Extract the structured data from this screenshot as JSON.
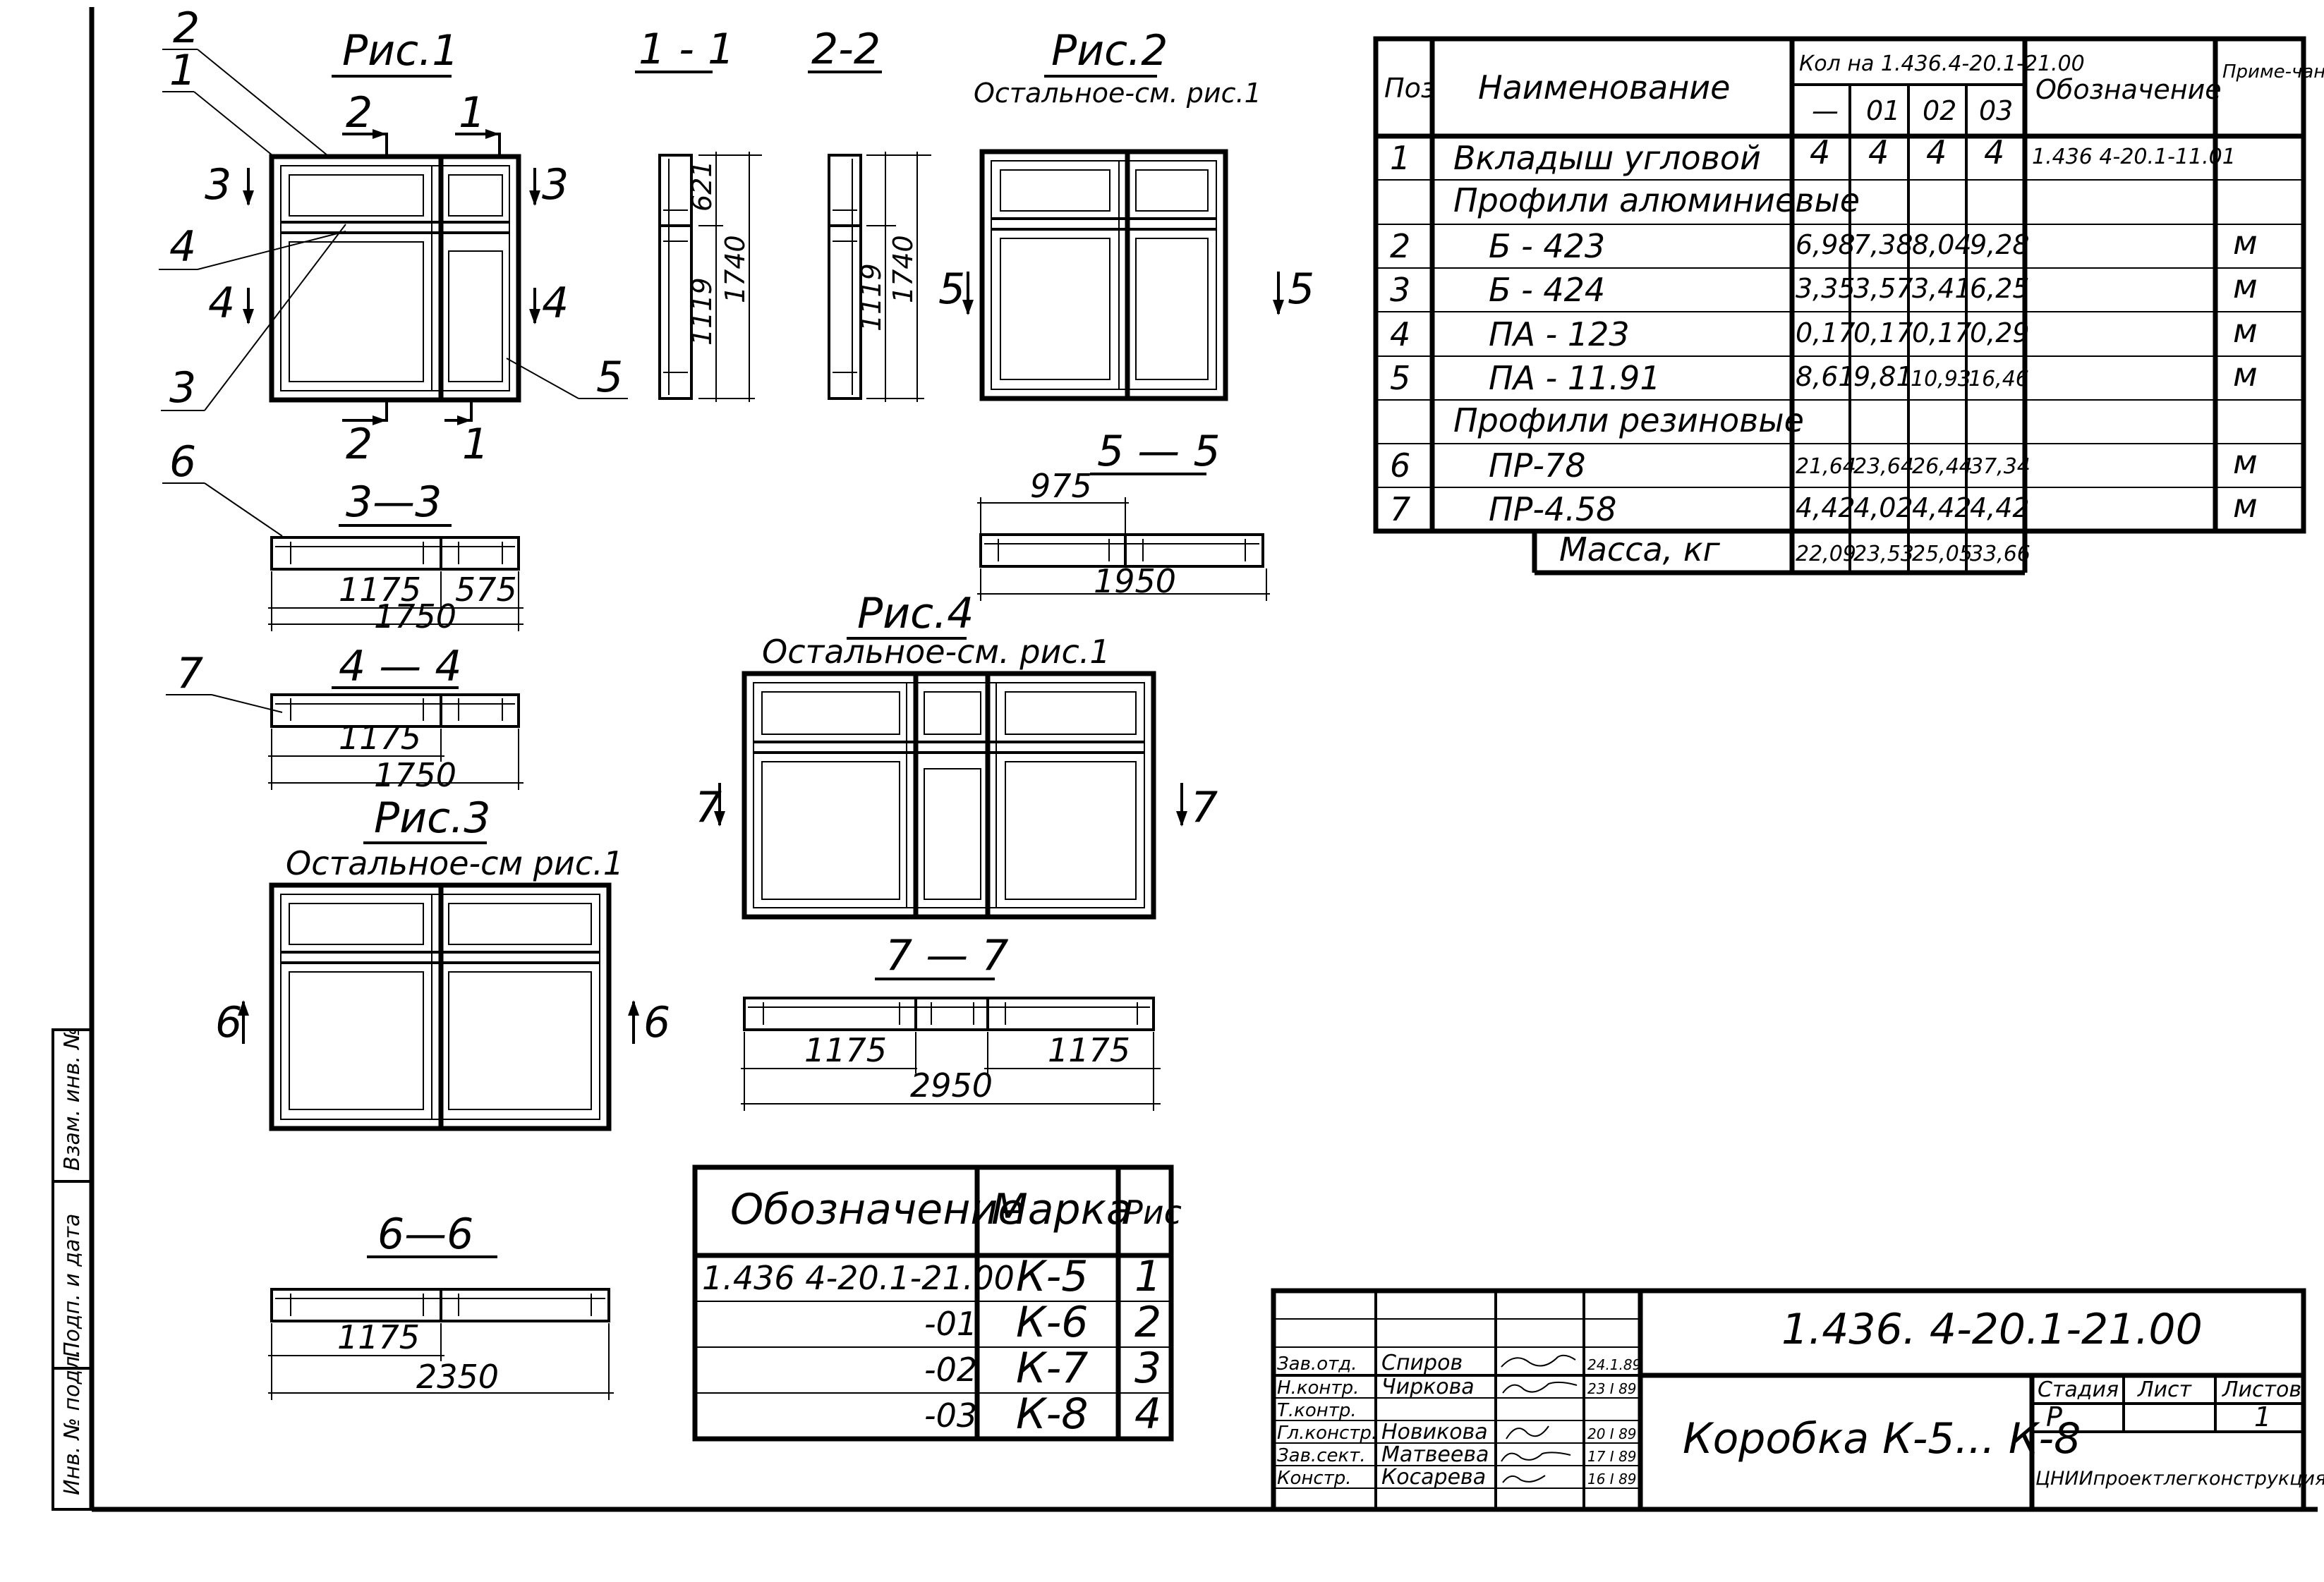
{
  "figures": {
    "fig1": {
      "title": "Рис.1",
      "callouts": [
        "2",
        "1",
        "4",
        "3",
        "5"
      ]
    },
    "fig2": {
      "title": "Рис.2",
      "note": "Остальное-см. рис.1"
    },
    "fig3": {
      "title": "Рис.3",
      "note": "Остальное-см рис.1"
    },
    "fig4": {
      "title": "Рис.4",
      "note": "Остальное-см. рис.1"
    }
  },
  "section_marks": {
    "m1": "1",
    "m2": "2",
    "m3": "3",
    "m4": "4",
    "m5": "5",
    "m6": "6",
    "m7": "7"
  },
  "sections": {
    "s11": {
      "title": "1 - 1",
      "dims": [
        "621",
        "1119",
        "1740"
      ]
    },
    "s22": {
      "title": "2-2",
      "dims": [
        "1119",
        "1740"
      ]
    },
    "s33": {
      "title": "3—3",
      "callout": "6",
      "dims": [
        "1175",
        "575",
        "1750"
      ]
    },
    "s44": {
      "title": "4 — 4",
      "callout": "7",
      "dims": [
        "1175",
        "1750"
      ]
    },
    "s55": {
      "title": "5 — 5",
      "dims": [
        "975",
        "1950"
      ]
    },
    "s66": {
      "title": "6—6",
      "dims": [
        "1175",
        "2350"
      ]
    },
    "s77": {
      "title": "7 — 7",
      "dims": [
        "1175",
        "1175",
        "2950"
      ]
    }
  },
  "spec_table": {
    "headers": {
      "pos": "Поз",
      "name": "Наименование",
      "qty": "Кол на 1.436.4-20.1-21.00",
      "variants": [
        "—",
        "01",
        "02",
        "03"
      ],
      "designation": "Обозначение",
      "note": "Приме-чание"
    },
    "rows": [
      {
        "pos": "1",
        "name": "Вкладыш угловой",
        "q": [
          "4",
          "4",
          "4",
          "4"
        ],
        "designation": "1.436 4-20.1-11.01",
        "note": ""
      },
      {
        "pos": "",
        "name": "Профили алюминиевые",
        "q": [
          "",
          "",
          "",
          ""
        ],
        "designation": "",
        "note": ""
      },
      {
        "pos": "2",
        "name": "Б - 423",
        "q": [
          "6,98",
          "7,38",
          "8,04",
          "9,28"
        ],
        "designation": "",
        "note": "м"
      },
      {
        "pos": "3",
        "name": "Б - 424",
        "q": [
          "3,35",
          "3,57",
          "3,41",
          "6,25"
        ],
        "designation": "",
        "note": "м"
      },
      {
        "pos": "4",
        "name": "ПА - 123",
        "q": [
          "0,17",
          "0,17",
          "0,17",
          "0,29"
        ],
        "designation": "",
        "note": "м"
      },
      {
        "pos": "5",
        "name": "ПА - 11.91",
        "q": [
          "8,61",
          "9,81",
          "10,93",
          "16,46"
        ],
        "designation": "",
        "note": "м"
      },
      {
        "pos": "",
        "name": "Профили резиновые",
        "q": [
          "",
          "",
          "",
          ""
        ],
        "designation": "",
        "note": ""
      },
      {
        "pos": "6",
        "name": "ПР-78",
        "q": [
          "21,64",
          "23,64",
          "26,44",
          "37,34"
        ],
        "designation": "",
        "note": "м"
      },
      {
        "pos": "7",
        "name": "ПР-4.58",
        "q": [
          "4,42",
          "4,02",
          "4,42",
          "4,42"
        ],
        "designation": "",
        "note": "м"
      }
    ],
    "mass": {
      "label": "Масса, кг",
      "q": [
        "22,09",
        "23,53",
        "25,05",
        "33,66"
      ]
    }
  },
  "marks_table": {
    "headers": [
      "Обозначение",
      "Марка",
      "Рис"
    ],
    "rows": [
      [
        "1.436 4-20.1-21.00",
        "К-5",
        "1"
      ],
      [
        "-01",
        "К-6",
        "2"
      ],
      [
        "-02",
        "К-7",
        "3"
      ],
      [
        "-03",
        "К-8",
        "4"
      ]
    ]
  },
  "title_block": {
    "code": "1.436. 4-20.1-21.00",
    "title": "Коробка К-5... К-8",
    "stage_label": "Стадия",
    "sheet_label": "Лист",
    "sheets_label": "Листов",
    "stage": "Р",
    "sheets": "1",
    "org": "ЦНИИпроектлегконструкция",
    "people": [
      {
        "role": "Зав.отд.",
        "name": "Спиров",
        "date": "24.1.89"
      },
      {
        "role": "Н.контр.",
        "name": "Чиркова",
        "date": "23 I 89"
      },
      {
        "role": "Т.контр.",
        "name": "",
        "date": ""
      },
      {
        "role": "Гл.констр.",
        "name": "Новикова",
        "date": "20 I 89"
      },
      {
        "role": "Зав.сект.",
        "name": "Матвеева",
        "date": "17 I 89"
      },
      {
        "role": "Констр.",
        "name": "Косарева",
        "date": "16 I 89"
      }
    ]
  },
  "margin_stamp": [
    "Инв. № подл.",
    "Подп. и дата",
    "Взам. инв. №"
  ],
  "colors": {
    "ink": "#000000",
    "paper": "#ffffff"
  }
}
